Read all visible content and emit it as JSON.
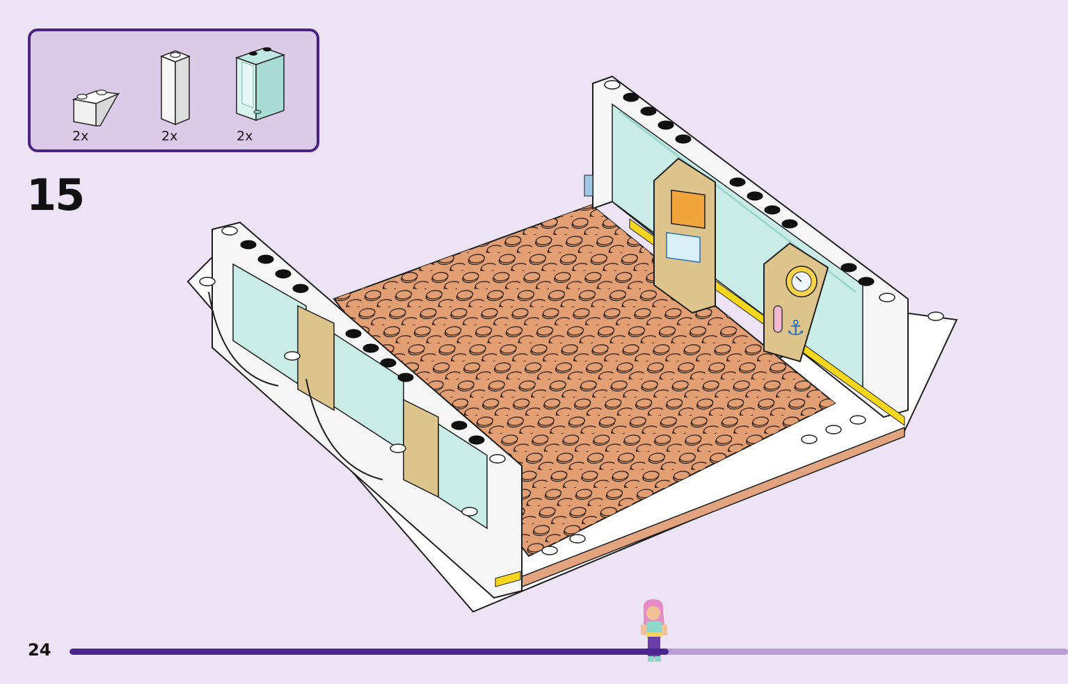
{
  "parts_callout": {
    "items": [
      {
        "name": "white slope brick",
        "qty": "2x",
        "icon": "slope-brick-icon"
      },
      {
        "name": "white tall brick",
        "qty": "2x",
        "icon": "tall-brick-icon"
      },
      {
        "name": "transparent light blue window panel",
        "qty": "2x",
        "icon": "window-panel-icon"
      }
    ]
  },
  "step": {
    "number": "15"
  },
  "footer": {
    "page_number": "24",
    "progress": 0.6
  },
  "colors": {
    "background": "#ece3f4",
    "callout_border": "#4a2483",
    "callout_fill": "#dccbe8",
    "progress_done": "#4c2490",
    "progress_remaining": "#b89ed3",
    "floor_plate": "#e2a47f",
    "window_glass": "#c9ece6",
    "tan_panel": "#dcc48c"
  }
}
